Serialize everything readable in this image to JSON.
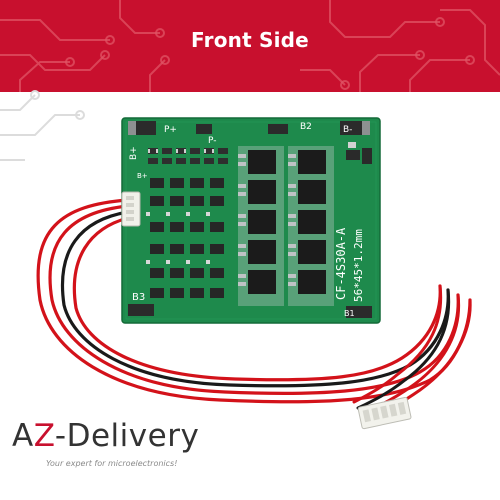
{
  "banner": {
    "title": "Front Side",
    "background_color": "#c8102e"
  },
  "board": {
    "silkscreen_model": "CF-4S30A-A",
    "silkscreen_size": "56*45*1.2mm",
    "labels": {
      "p_plus": "P+",
      "p_minus": "P-",
      "b2": "B2",
      "b_minus": "B-",
      "b_plus": "B+",
      "b_plus_small": "B+",
      "b3": "B3",
      "b1": "B1"
    },
    "pcb_color": "#1e8a4c",
    "wire_colors": [
      "#d3121a",
      "#1a1a1a"
    ]
  },
  "brand": {
    "name_part1": "A",
    "name_part2": "Z",
    "name_part3": "-Delivery",
    "tagline": "Your expert for microelectronics!",
    "accent_color": "#c8102e"
  }
}
